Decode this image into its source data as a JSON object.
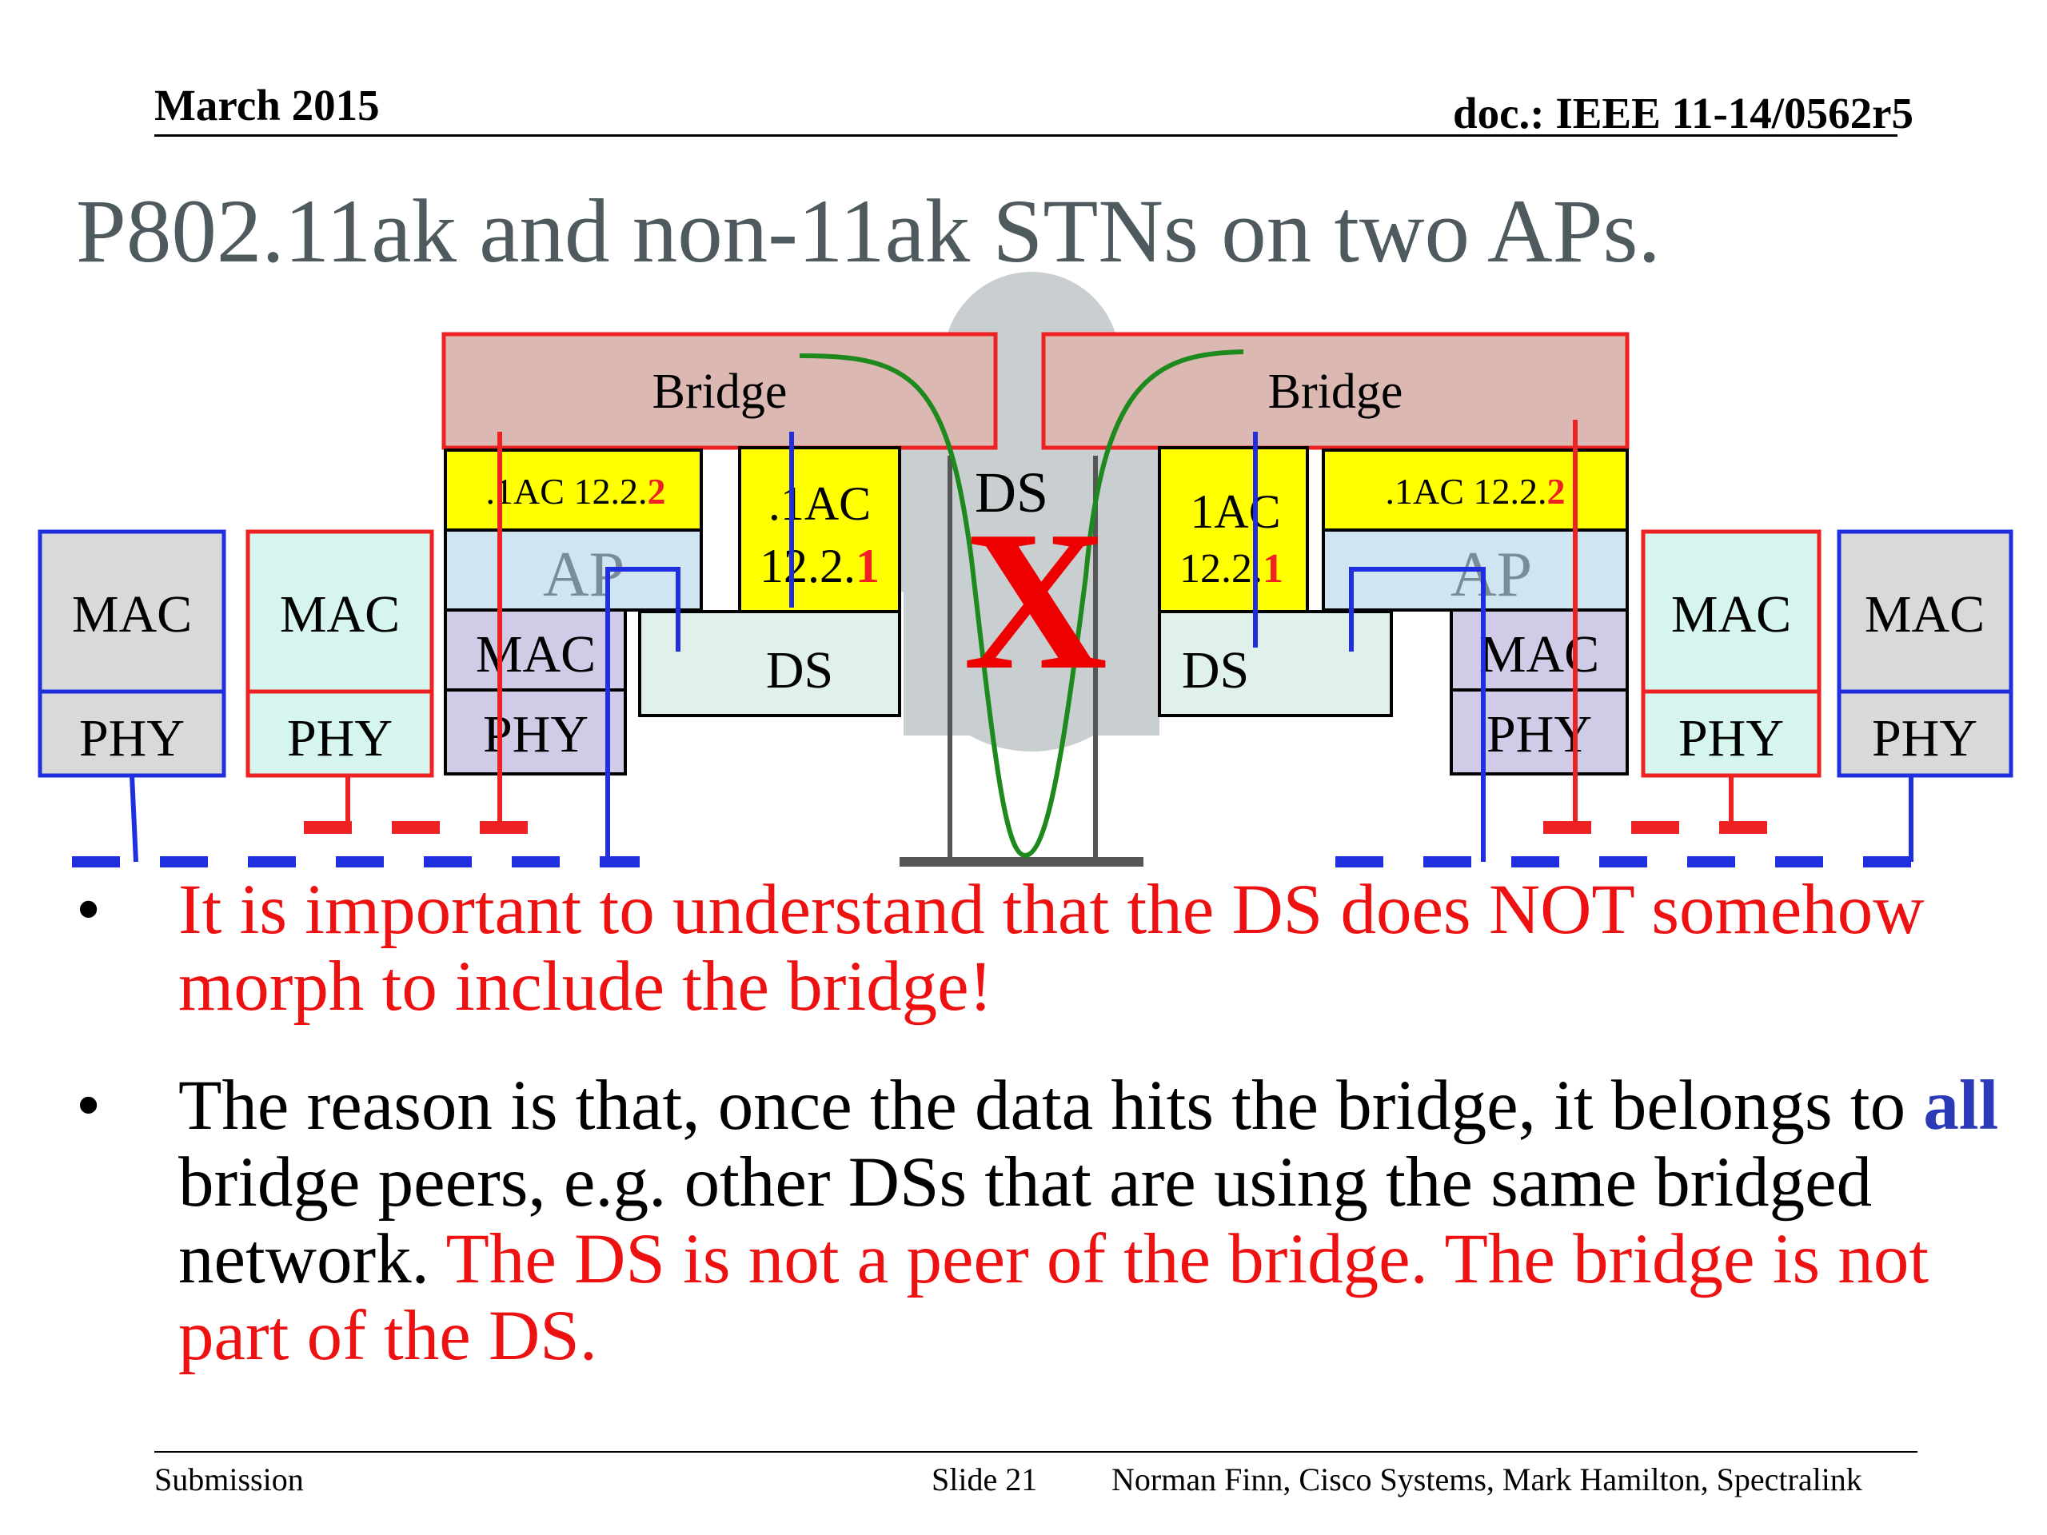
{
  "header": {
    "date": "March 2015",
    "doc": "doc.: IEEE 11-14/0562r5"
  },
  "title": "P802.11ak and non-11ak STNs on two APs.",
  "diagram": {
    "left_bridge": "Bridge",
    "right_bridge": "Bridge",
    "cloud_label": "DS",
    "cross_mark": "X",
    "left_ac_22_prefix": ".1AC 12.2.",
    "left_ac_22_suffix": "2",
    "left_ac_21_line1": ".1AC",
    "left_ac_21_line2_prefix": "12.2.",
    "left_ac_21_line2_suffix": "1",
    "right_ac_21_line1": "1AC",
    "right_ac_21_line2_prefix": "12.2.",
    "right_ac_21_line2_suffix": "1",
    "right_ac_22_prefix": ".1AC 12.2.",
    "right_ac_22_suffix": "2",
    "ap_label": "AP",
    "ds_label": "DS",
    "mac_label": "MAC",
    "phy_label": "PHY",
    "colors": {
      "red": "#ee2222",
      "blue": "#1f2fe0",
      "green": "#1e8a1e",
      "bridge_fill": "#dcb8b3",
      "yellow": "#ffff00",
      "ap_fill": "#cfe6f2",
      "mac_fill_ak": "#d0cce8",
      "ds_fill": "#e0f0ea",
      "mac_fill_red": "#d5f5ee",
      "mac_fill_blue": "#d9d9d9",
      "cloud": "#c9cfd1"
    }
  },
  "bullets": [
    {
      "text": "It is important to understand that the DS does NOT somehow morph to include the bridge!"
    },
    {
      "part1": "The reason is that, once the data hits the bridge, it belongs to ",
      "emph": "all",
      "part2": " bridge peers, e.g. other DSs that are using the same bridged network.  ",
      "red": "The DS is not a peer of the bridge.  The bridge is not part of the DS."
    }
  ],
  "bullet_symbol": "•",
  "footer": {
    "submission": "Submission",
    "slide": "Slide 21",
    "authors": "Norman Finn, Cisco Systems, Mark Hamilton, Spectralink"
  }
}
